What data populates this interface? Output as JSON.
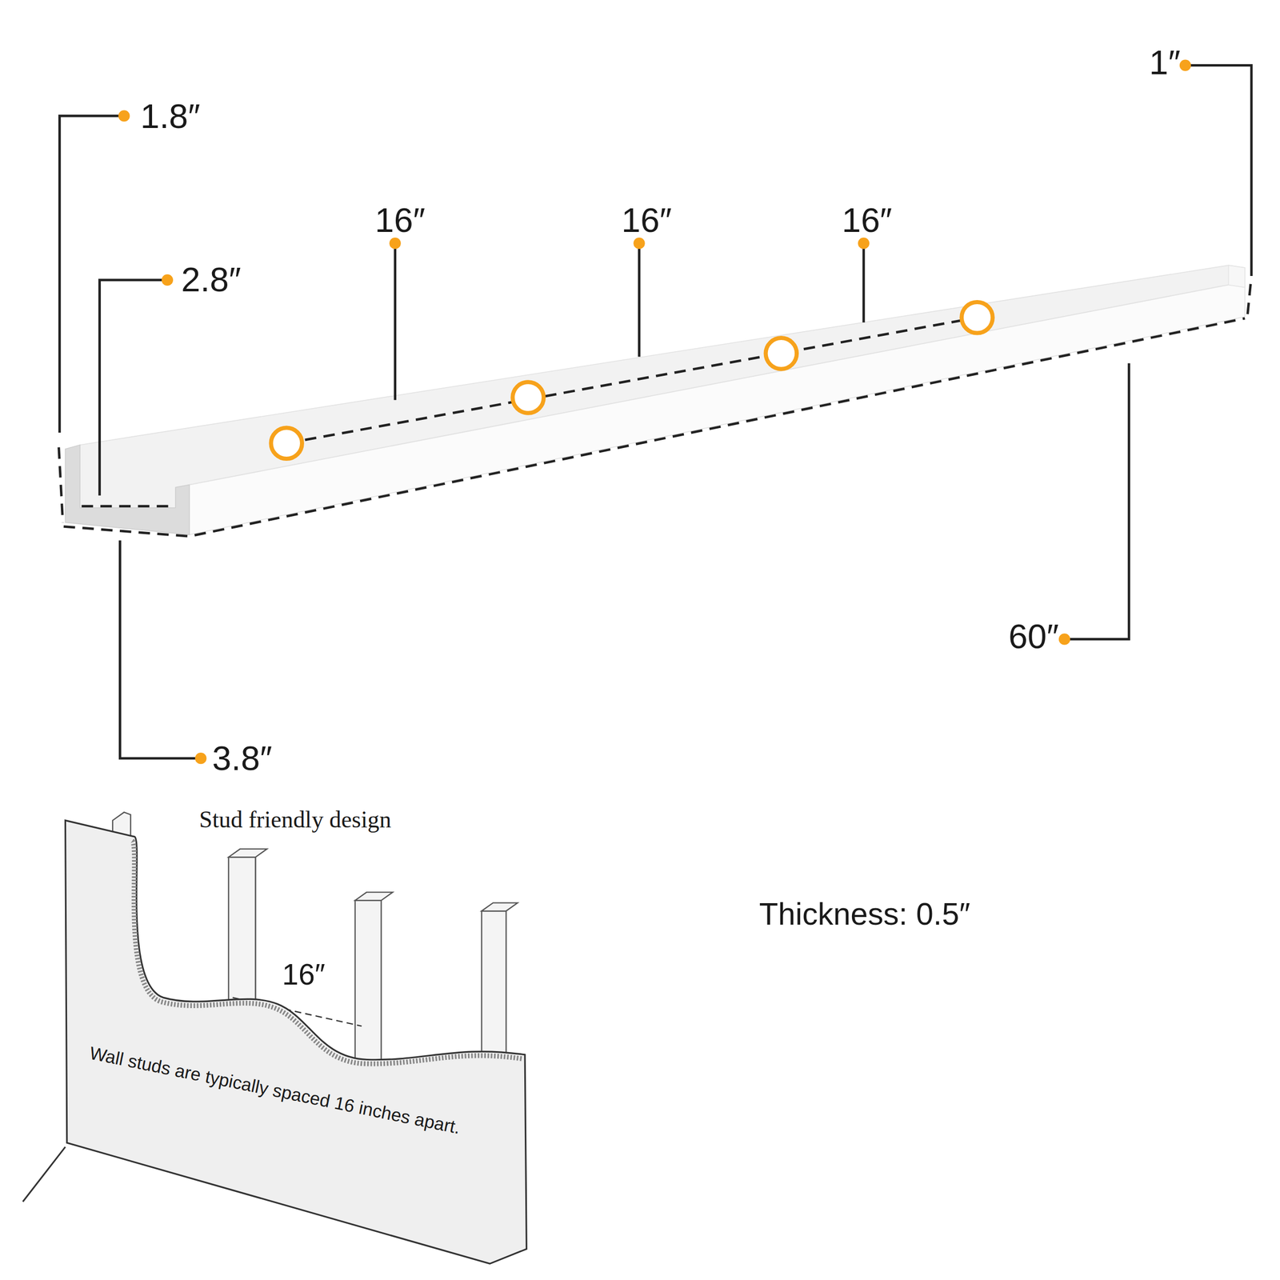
{
  "diagram": {
    "labels": [
      "1.8″",
      "1″",
      "16″",
      "16″",
      "16″",
      "2.8″",
      "60″",
      "3.8″",
      "Stud friendly design",
      "16″",
      "Wall studs are typically spaced 16 inches apart.",
      "Thickness: 0.5″"
    ]
  }
}
